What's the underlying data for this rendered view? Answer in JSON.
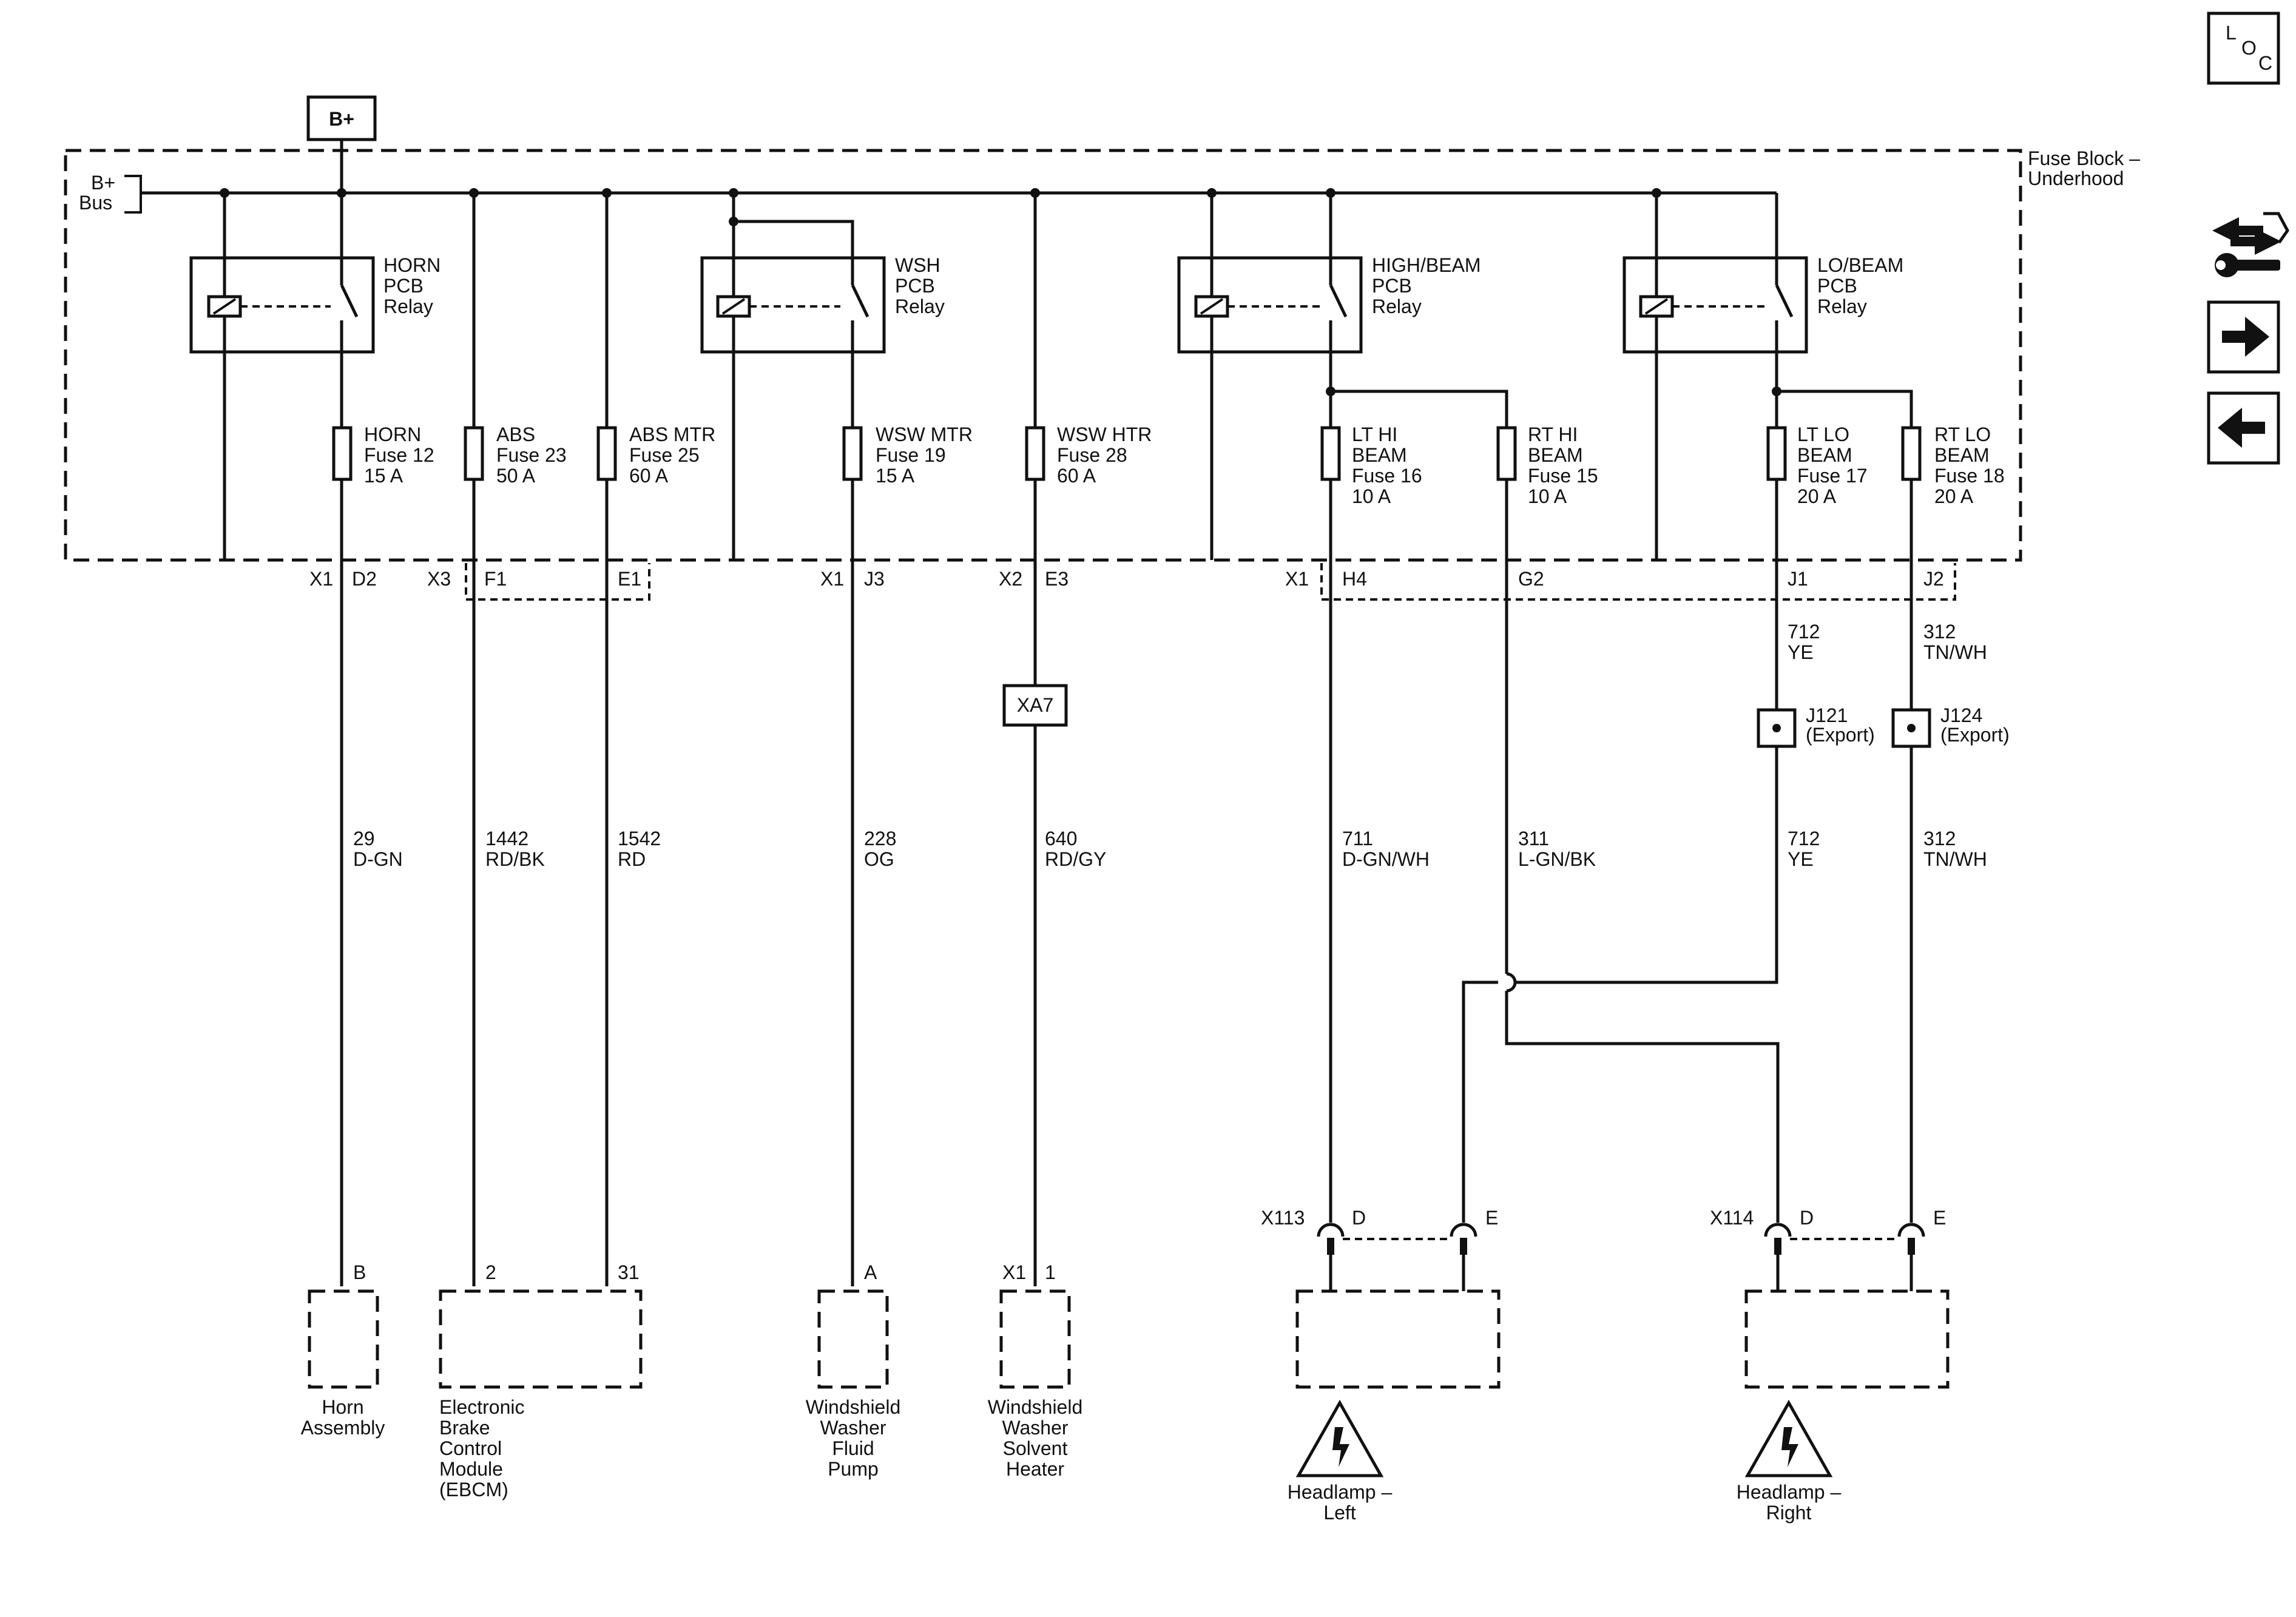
{
  "power": {
    "source": "B+",
    "bus": [
      "B+",
      "Bus"
    ]
  },
  "fuse_block": {
    "label": [
      "Fuse Block –",
      "Underhood"
    ]
  },
  "relays": [
    {
      "lines": [
        "HORN",
        "PCB",
        "Relay"
      ]
    },
    {
      "lines": [
        "WSH",
        "PCB",
        "Relay"
      ]
    },
    {
      "lines": [
        "HIGH/BEAM",
        "PCB",
        "Relay"
      ]
    },
    {
      "lines": [
        "LO/BEAM",
        "PCB",
        "Relay"
      ]
    }
  ],
  "fuses": [
    {
      "lines": [
        "HORN",
        "Fuse 12",
        "15 A"
      ]
    },
    {
      "lines": [
        "ABS",
        "Fuse 23",
        "50 A"
      ]
    },
    {
      "lines": [
        "ABS MTR",
        "Fuse 25",
        "60 A"
      ]
    },
    {
      "lines": [
        "WSW MTR",
        "Fuse 19",
        "15 A"
      ]
    },
    {
      "lines": [
        "WSW HTR",
        "Fuse 28",
        "60 A"
      ]
    },
    {
      "lines": [
        "LT HI",
        "BEAM",
        "Fuse 16",
        "10 A"
      ]
    },
    {
      "lines": [
        "RT HI",
        "BEAM",
        "Fuse 15",
        "10 A"
      ]
    },
    {
      "lines": [
        "LT LO",
        "BEAM",
        "Fuse 17",
        "20 A"
      ]
    },
    {
      "lines": [
        "RT LO",
        "BEAM",
        "Fuse 18",
        "20 A"
      ]
    }
  ],
  "connector_labels": [
    "X1",
    "D2",
    "X3",
    "F1",
    "E1",
    "X1",
    "J3",
    "X2",
    "E3",
    "X1",
    "H4",
    "G2",
    "J1",
    "J2"
  ],
  "inline_connector": "XA7",
  "splices": [
    {
      "lines": [
        "J121",
        "(Export)"
      ]
    },
    {
      "lines": [
        "J124",
        "(Export)"
      ]
    }
  ],
  "wires_upper": [
    {
      "lines": [
        "712",
        "YE"
      ]
    },
    {
      "lines": [
        "312",
        "TN/WH"
      ]
    }
  ],
  "wires": [
    {
      "lines": [
        "29",
        "D-GN"
      ]
    },
    {
      "lines": [
        "1442",
        "RD/BK"
      ]
    },
    {
      "lines": [
        "1542",
        "RD"
      ]
    },
    {
      "lines": [
        "228",
        "OG"
      ]
    },
    {
      "lines": [
        "640",
        "RD/GY"
      ]
    },
    {
      "lines": [
        "711",
        "D-GN/WH"
      ]
    },
    {
      "lines": [
        "311",
        "L-GN/BK"
      ]
    },
    {
      "lines": [
        "712",
        "YE"
      ]
    },
    {
      "lines": [
        "312",
        "TN/WH"
      ]
    }
  ],
  "headlamp_connectors": [
    {
      "id": "X113",
      "pins": [
        "D",
        "E"
      ]
    },
    {
      "id": "X114",
      "pins": [
        "D",
        "E"
      ]
    }
  ],
  "component_pins": [
    "B",
    "2",
    "31",
    "A",
    "X1",
    "1"
  ],
  "components": [
    {
      "lines": [
        "Horn",
        "Assembly"
      ]
    },
    {
      "lines": [
        "Electronic",
        "Brake",
        "Control",
        "Module",
        "(EBCM)"
      ]
    },
    {
      "lines": [
        "Windshield",
        "Washer",
        "Fluid",
        "Pump"
      ]
    },
    {
      "lines": [
        "Windshield",
        "Washer",
        "Solvent",
        "Heater"
      ]
    },
    {
      "lines": [
        "Headlamp –",
        "Left"
      ]
    },
    {
      "lines": [
        "Headlamp –",
        "Right"
      ]
    }
  ],
  "nav": {
    "loc_icon": [
      "L",
      "O",
      "C"
    ],
    "icons": [
      "wrench-arrows-icon",
      "arrow-right-icon",
      "arrow-left-icon"
    ]
  }
}
